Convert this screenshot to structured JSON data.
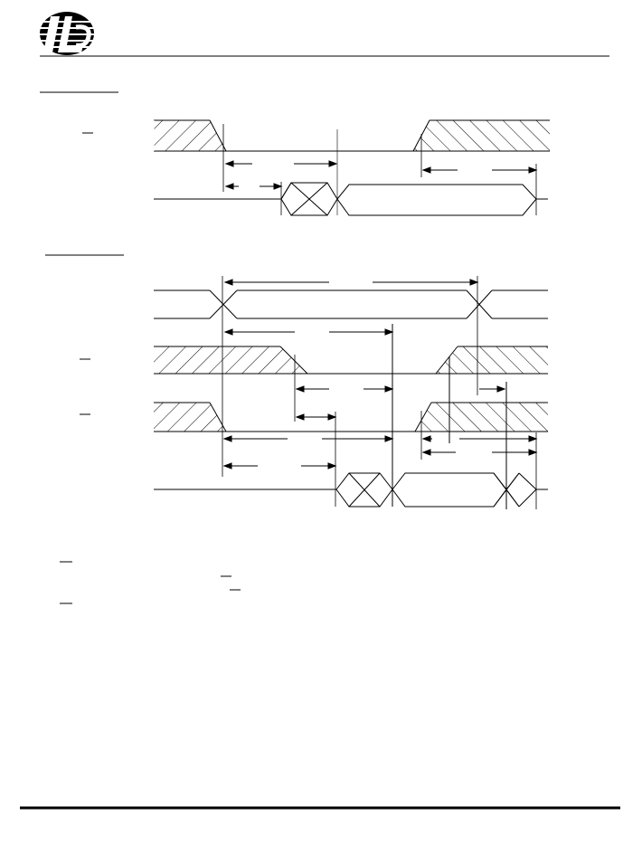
{
  "header": {
    "logo_name": "company-logo"
  },
  "diagrams": [
    {
      "id": "read-cycle-1",
      "section_heading": "",
      "signals": [
        {
          "key": "cs",
          "label": ""
        },
        {
          "key": "dout",
          "label": ""
        }
      ]
    },
    {
      "id": "read-cycle-2",
      "section_heading": "",
      "signals": [
        {
          "key": "addr",
          "label": ""
        },
        {
          "key": "ce",
          "label": ""
        },
        {
          "key": "oe",
          "label": ""
        },
        {
          "key": "dout",
          "label": ""
        }
      ]
    }
  ],
  "notes": []
}
